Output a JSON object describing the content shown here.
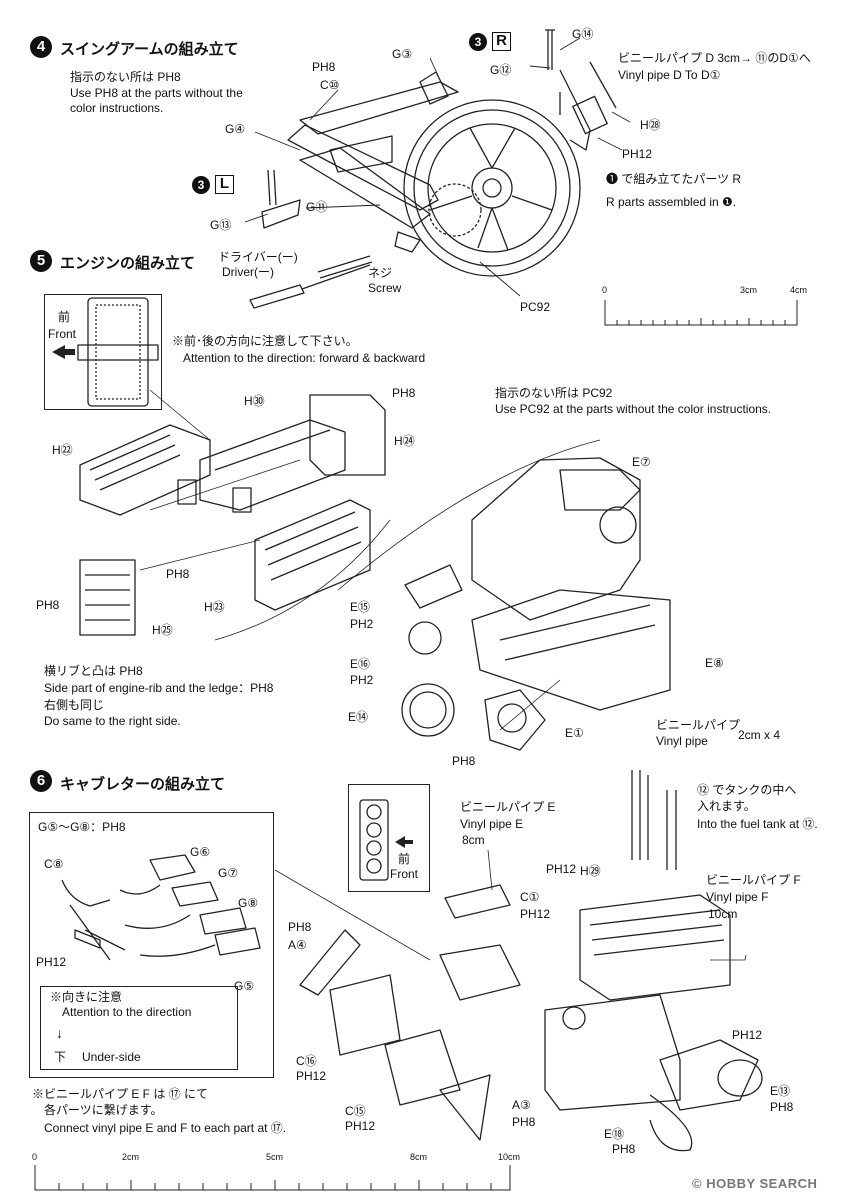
{
  "step4": {
    "number": "4",
    "title": "スイングアームの組み立て",
    "note_jp": "指示のない所は PH8",
    "note_en1": "Use PH8 at the parts without the",
    "note_en2": "color instructions.",
    "labels": {
      "g3": "G③",
      "c10": "C⑩",
      "ph8": "PH8",
      "g4": "G④",
      "g11": "G⑪",
      "g13": "G⑬",
      "g14": "G⑭",
      "g12": "G⑫",
      "h28": "H㉘",
      "ph12": "PH12",
      "pc92": "PC92"
    },
    "badge_l": "L",
    "badge_r": "R",
    "step3_mark": "3",
    "vinyl_jp": "ビニールパイプ D 3cm→ ⑪のD①へ",
    "vinyl_en": "Vinyl pipe D To D①",
    "assembled_jp": "❶ で組み立てたパーツ R",
    "assembled_en": "R parts assembled in ❶."
  },
  "step5": {
    "number": "5",
    "title": "エンジンの組み立て",
    "driver_jp": "ドライバー(ー)",
    "driver_en": "Driver(ー)",
    "screw_jp": "ネジ",
    "screw_en": "Screw",
    "front_jp": "前",
    "front_en": "Front",
    "attention_jp": "※前･後の方向に注意して下さい。",
    "attention_en": "Attention to the direction: forward & backward",
    "pc_note_jp": "指示のない所は PC92",
    "pc_note_en": "Use PC92 at the parts without the color instructions.",
    "labels": {
      "h30": "H㉚",
      "ph8": "PH8",
      "h24": "H㉔",
      "h22": "H㉒",
      "h23": "H㉓",
      "h25": "H㉕",
      "e7": "E⑦",
      "e15": "E⑮",
      "ph2": "PH2",
      "e16": "E⑯",
      "e14": "E⑭",
      "e8": "E⑧",
      "e1": "E①"
    },
    "rib_jp": "横リブと凸は PH8",
    "rib_en": "Side part of engine-rib and the ledge：PH8",
    "same_jp": "右側も同じ",
    "same_en": "Do same to the right side."
  },
  "scale_top": {
    "ticks": [
      "0",
      "3cm",
      "4cm"
    ]
  },
  "step6": {
    "number": "6",
    "title": "キャブレターの組み立て",
    "g_note": "G⑤～G⑧：PH8",
    "labels": {
      "c8": "C⑧",
      "g6": "G⑥",
      "g7": "G⑦",
      "g8": "G⑧",
      "g5": "G⑤",
      "ph12": "PH12",
      "ph8": "PH8",
      "a4": "A④",
      "c16": "C⑯",
      "c15": "C⑮",
      "a3": "A③",
      "c1": "C①",
      "h29": "H㉙",
      "e13": "E⑬",
      "e18": "E⑱"
    },
    "direction_jp": "※向きに注意",
    "direction_en": "Attention to the direction",
    "underside_jp": "下",
    "underside_en": "Under-side",
    "vinyl_e_jp": "ビニールパイプ E",
    "vinyl_e_en": "Vinyl pipe E",
    "vinyl_e_len": "8cm",
    "front_jp": "前",
    "front_en": "Front",
    "vinyl_jp": "ビニールパイプ",
    "vinyl_en": "Vinyl pipe",
    "vinyl_len": "2cm x 4",
    "tank_jp": "⑫ でタンクの中へ",
    "tank_jp2": "入れます。",
    "tank_en": "Into the fuel tank at ⑫.",
    "vinyl_f_jp": "ビニールパイプ F",
    "vinyl_f_en": "Vinyl pipe F",
    "vinyl_f_len": "10cm",
    "connect_jp": "※ビニールパイプ E F は ⑰ にて",
    "connect_jp2": "各パーツに繋げます。",
    "connect_en": "Connect vinyl pipe E and F to each part at ⑰."
  },
  "scale_bottom": {
    "ticks": [
      "0",
      "2cm",
      "5cm",
      "8cm",
      "10cm"
    ]
  },
  "watermark": "© HOBBY SEARCH"
}
